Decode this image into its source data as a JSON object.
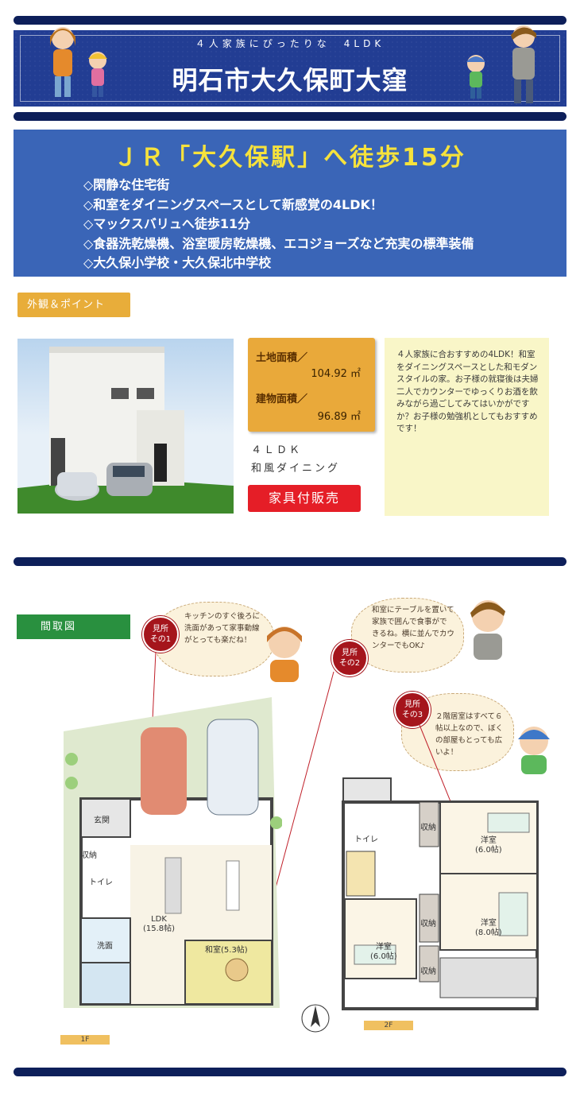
{
  "banner": {
    "tagline": "４人家族にぴったりな　4LDK",
    "title": "明石市大久保町大窪"
  },
  "access": {
    "headline": "ＪＲ「大久保駅」へ徒歩15分",
    "features": [
      "◇閑静な住宅街",
      "◇和室をダイニングスペースとして新感覚の4LDK！",
      "◇マックスバリュへ徒歩11分",
      "◇食器洗乾燥機、浴室暖房乾燥機、エコジョーズなど充実の標準装備",
      "◇大久保小学校・大久保北中学校"
    ]
  },
  "exterior": {
    "section_tag": "外観＆ポイント",
    "land_area_label": "土地面積／",
    "land_area_value": "104.92 ㎡",
    "building_area_label": "建物面積／",
    "building_area_value": "96.89 ㎡",
    "layout_type": "４ＬＤＫ",
    "dining_style": "和風ダイニング",
    "sale_button": "家具付販売",
    "memo": "４人家族に合おすすめの4LDK！和室をダイニングスペースとした和モダンスタイルの家。お子様の就寝後は夫婦二人でカウンターでゆっくりお酒を飲みながら過ごしてみてはいかがですか？お子様の勉強机としてもおすすめです！"
  },
  "floorplan": {
    "section_tag": "間取図",
    "points": [
      {
        "badge_line1": "見所",
        "badge_line2": "その1",
        "text": "キッチンのすぐ後ろに洗面があって家事動線がとっても楽だね！"
      },
      {
        "badge_line1": "見所",
        "badge_line2": "その2",
        "text": "和室にテーブルを置いて家族で囲んで食事ができるね。横に並んでカウンターでもOK♪"
      },
      {
        "badge_line1": "見所",
        "badge_line2": "その3",
        "text": "２階居室はすべて６帖以上なので、ぼくの部屋もとっても広いよ！"
      }
    ],
    "first_floor": {
      "tag": "1F",
      "entrance": "玄関",
      "storage": "収納",
      "toilet": "トイレ",
      "washroom": "洗面",
      "ldk_name": "LDK",
      "ldk_size": "(15.8帖)",
      "washitsu": "和室(5.3帖)"
    },
    "second_floor": {
      "tag": "2F",
      "toilet": "トイレ",
      "storage": "収納",
      "room_a_name": "洋室",
      "room_a_size": "(6.0帖)",
      "room_b_name": "洋室",
      "room_b_size": "(8.0帖)",
      "room_c_name": "洋室",
      "room_c_size": "(6.0帖)"
    }
  },
  "colors": {
    "navy": "#0d1f5a",
    "banner_blue": "#223d93",
    "access_blue": "#3a65b7",
    "headline_yellow": "#f6e23c",
    "orange": "#e9a93a",
    "red": "#e51e27",
    "green": "#29903f",
    "badge_red": "#a5151c"
  }
}
